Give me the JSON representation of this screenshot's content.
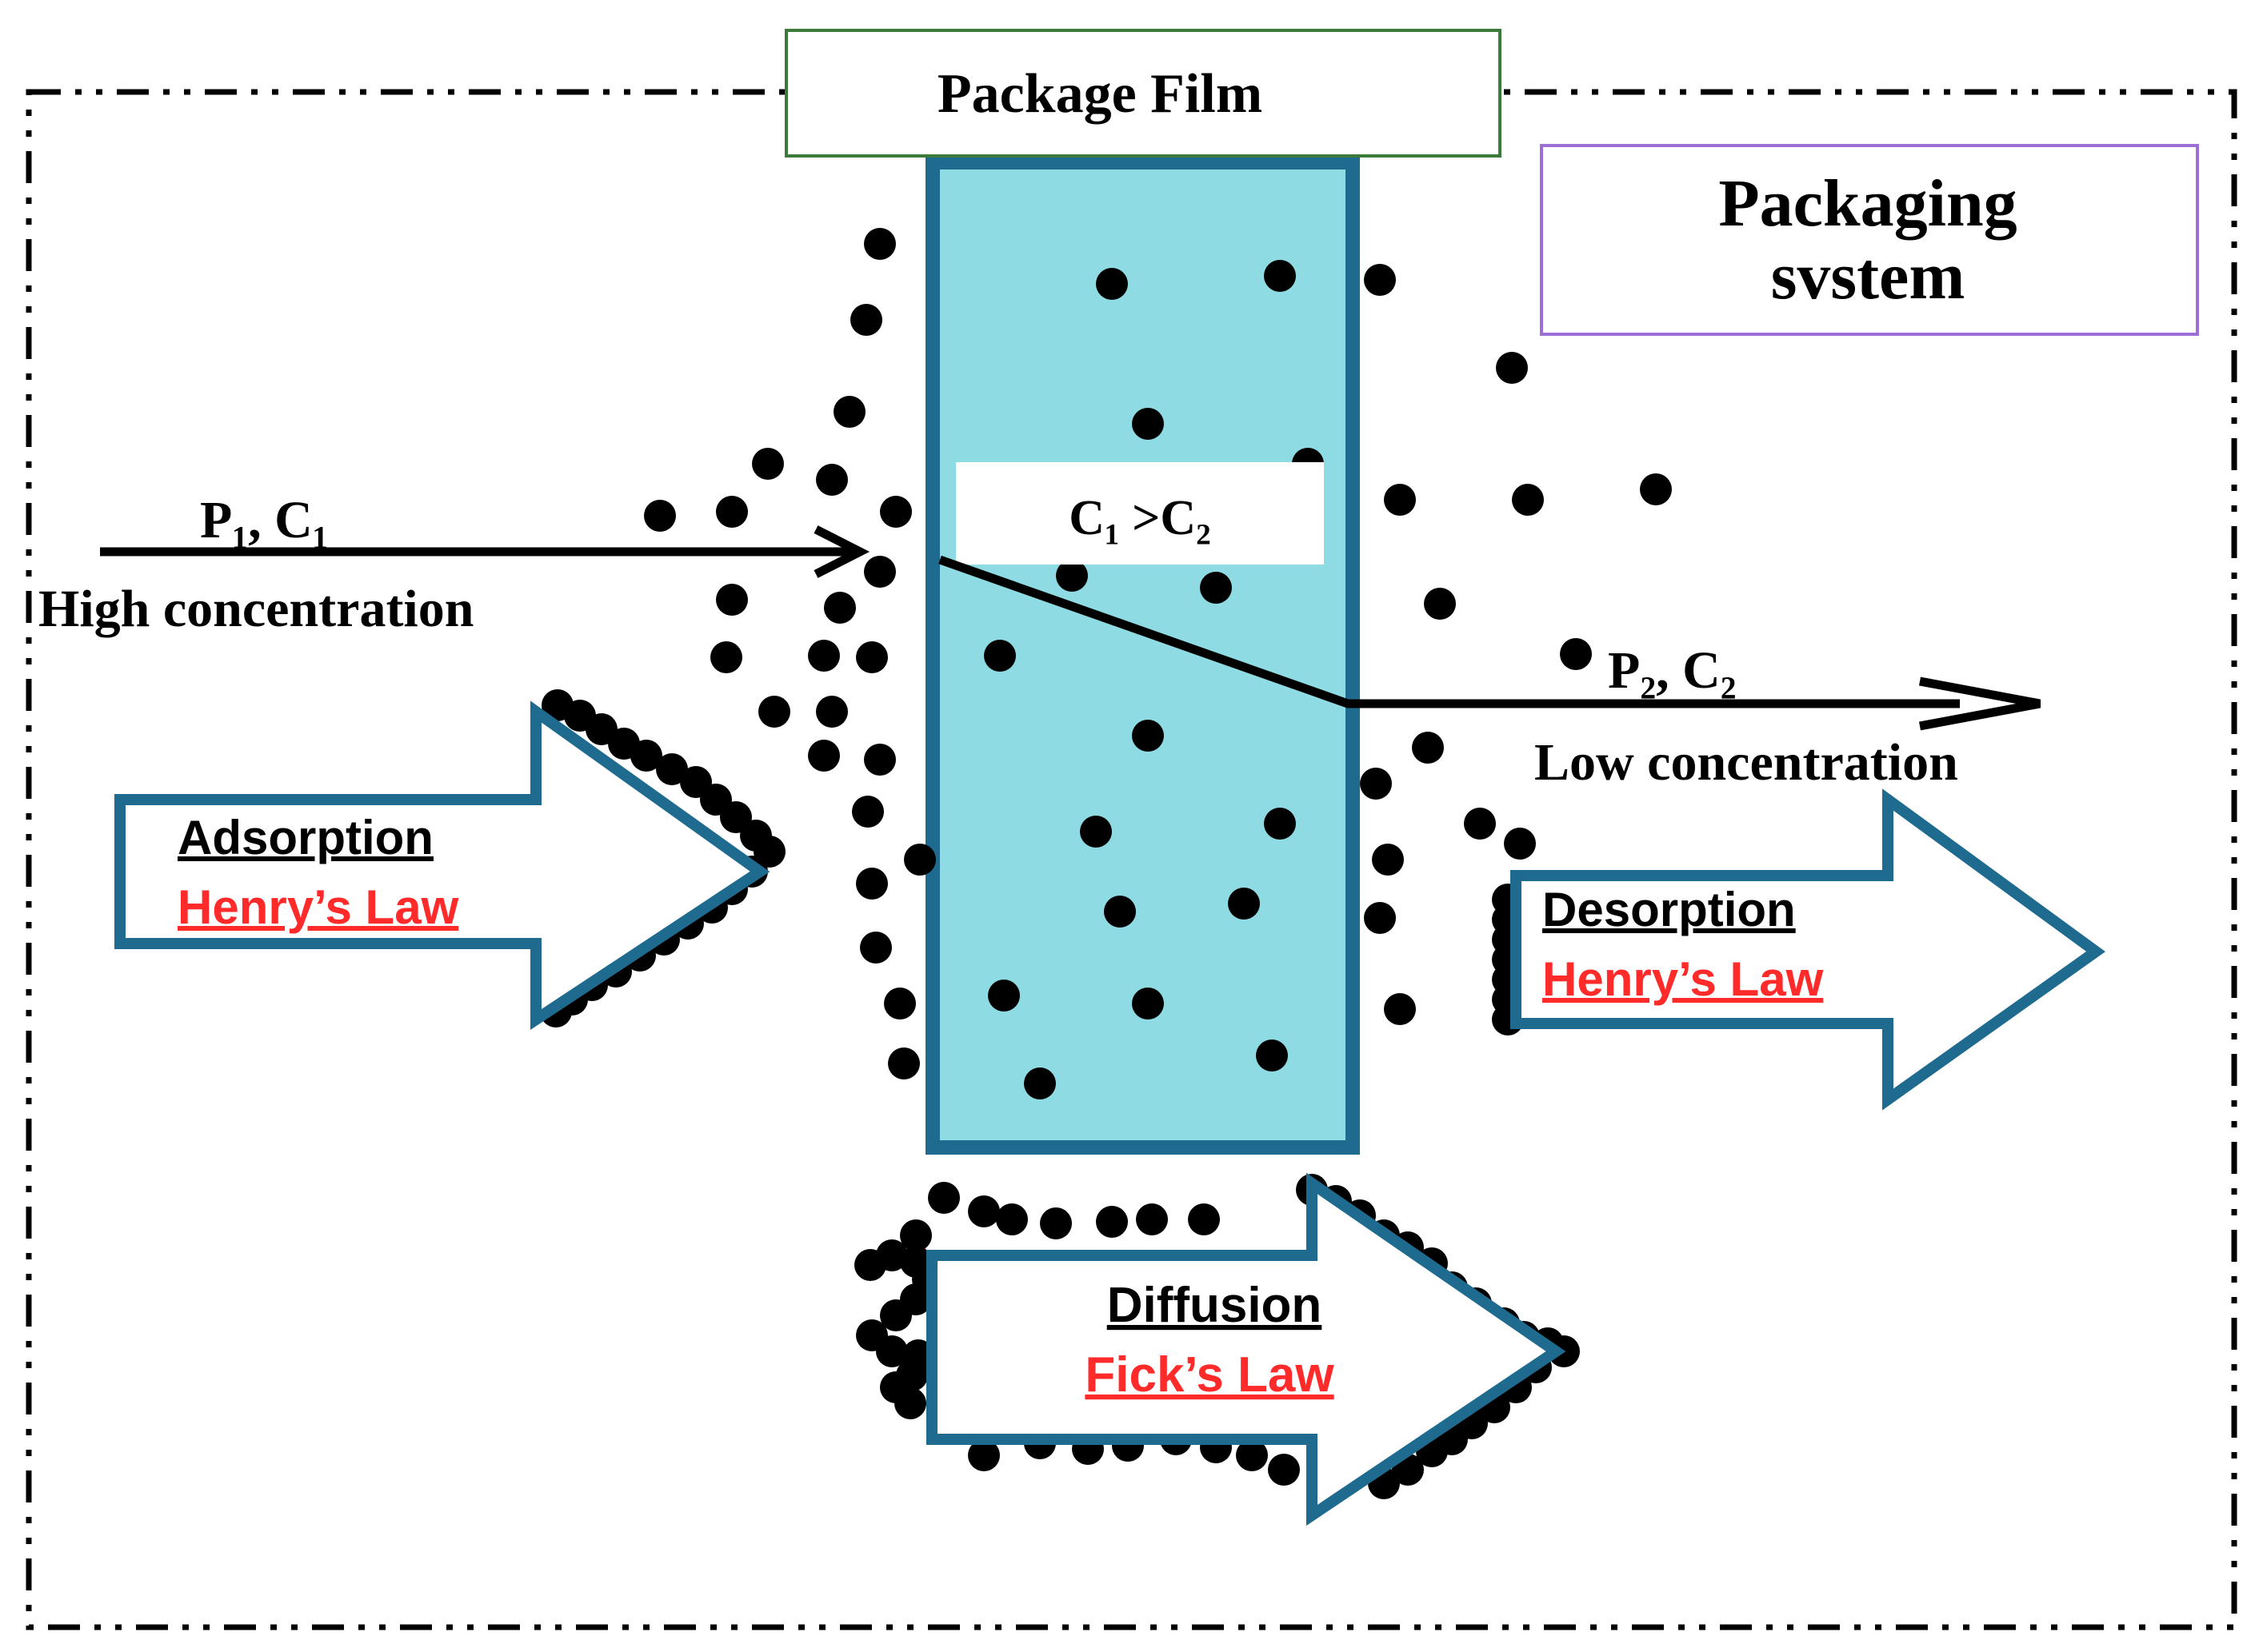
{
  "film_label": "Package Film",
  "system_label": {
    "line1": "Packaging",
    "line2": "svstem"
  },
  "inside": {
    "pressure_conc": "P₁, C₁",
    "description": "High concentration"
  },
  "outside": {
    "pressure_conc": "P₂, C₂",
    "description": "Low concentration"
  },
  "gradient_label": "C₁ >C₂",
  "adsorption": {
    "process": "Adsorption",
    "law": "Henry’s Law"
  },
  "diffusion": {
    "process": "Diffusion",
    "law": "Fick’s Law"
  },
  "desorption": {
    "process": "Desorption",
    "law": "Henry’s Law"
  },
  "colors": {
    "film_fill": "#8fdbe4",
    "film_border": "#1f6b8f",
    "arrow_border": "#1f6b8f",
    "law_text": "#ff2a2a",
    "system_box_border": "#9b6fd6",
    "film_label_border": "#3c7a3c",
    "ink": "#000000"
  }
}
